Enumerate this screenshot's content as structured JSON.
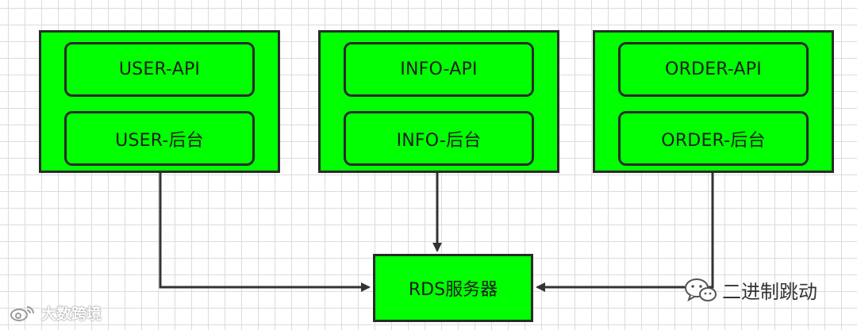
{
  "colors": {
    "box_fill": "#00ff00",
    "border": "#2b2b2b",
    "arrow": "#333333"
  },
  "services": [
    {
      "api_label": "USER-API",
      "backend_label": "USER-后台"
    },
    {
      "api_label": "INFO-API",
      "backend_label": "INFO-后台"
    },
    {
      "api_label": "ORDER-API",
      "backend_label": "ORDER-后台"
    }
  ],
  "rds": {
    "label": "RDS服务器"
  },
  "watermarks": {
    "left": "大数跨境",
    "right": "二进制跳动"
  }
}
